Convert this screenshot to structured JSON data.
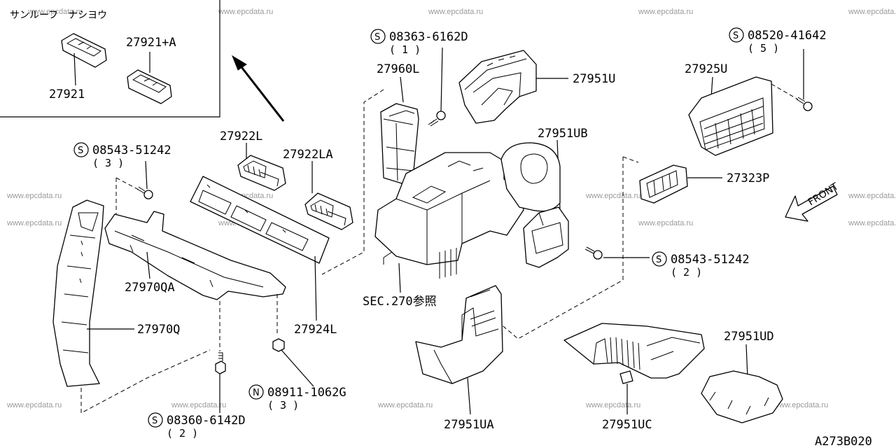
{
  "inset": {
    "title": "サンルーフ　ナシヨウ",
    "part_a": "27921+A",
    "part_b": "27921"
  },
  "watermark": "www.epcdata.ru",
  "screws": {
    "s1": {
      "prefix": "S",
      "number": "08363-6162D",
      "qty": "( 1 )"
    },
    "s5": {
      "prefix": "S",
      "number": "08520-41642",
      "qty": "( 5 )"
    },
    "s3": {
      "prefix": "S",
      "number": "08543-51242",
      "qty": "( 3 )"
    },
    "s2r": {
      "prefix": "S",
      "number": "08543-51242",
      "qty": "( 2 )"
    },
    "s2b": {
      "prefix": "S",
      "number": "08360-6142D",
      "qty": "( 2 )"
    },
    "n3": {
      "prefix": "N",
      "number": "08911-1062G",
      "qty": "( 3 )"
    }
  },
  "parts": {
    "p27960L": "27960L",
    "p27951U": "27951U",
    "p27925U": "27925U",
    "p27951UB": "27951UB",
    "p27323P": "27323P",
    "p27922L": "27922L",
    "p27922LA": "27922LA",
    "p27970QA": "27970QA",
    "p27924L": "27924L",
    "p27970Q": "27970Q",
    "sec": "SEC.270参照",
    "p27951UA": "27951UA",
    "p27951UC": "27951UC",
    "p27951UD": "27951UD"
  },
  "front_label": "FRONT",
  "diagram_code": "A273B020"
}
